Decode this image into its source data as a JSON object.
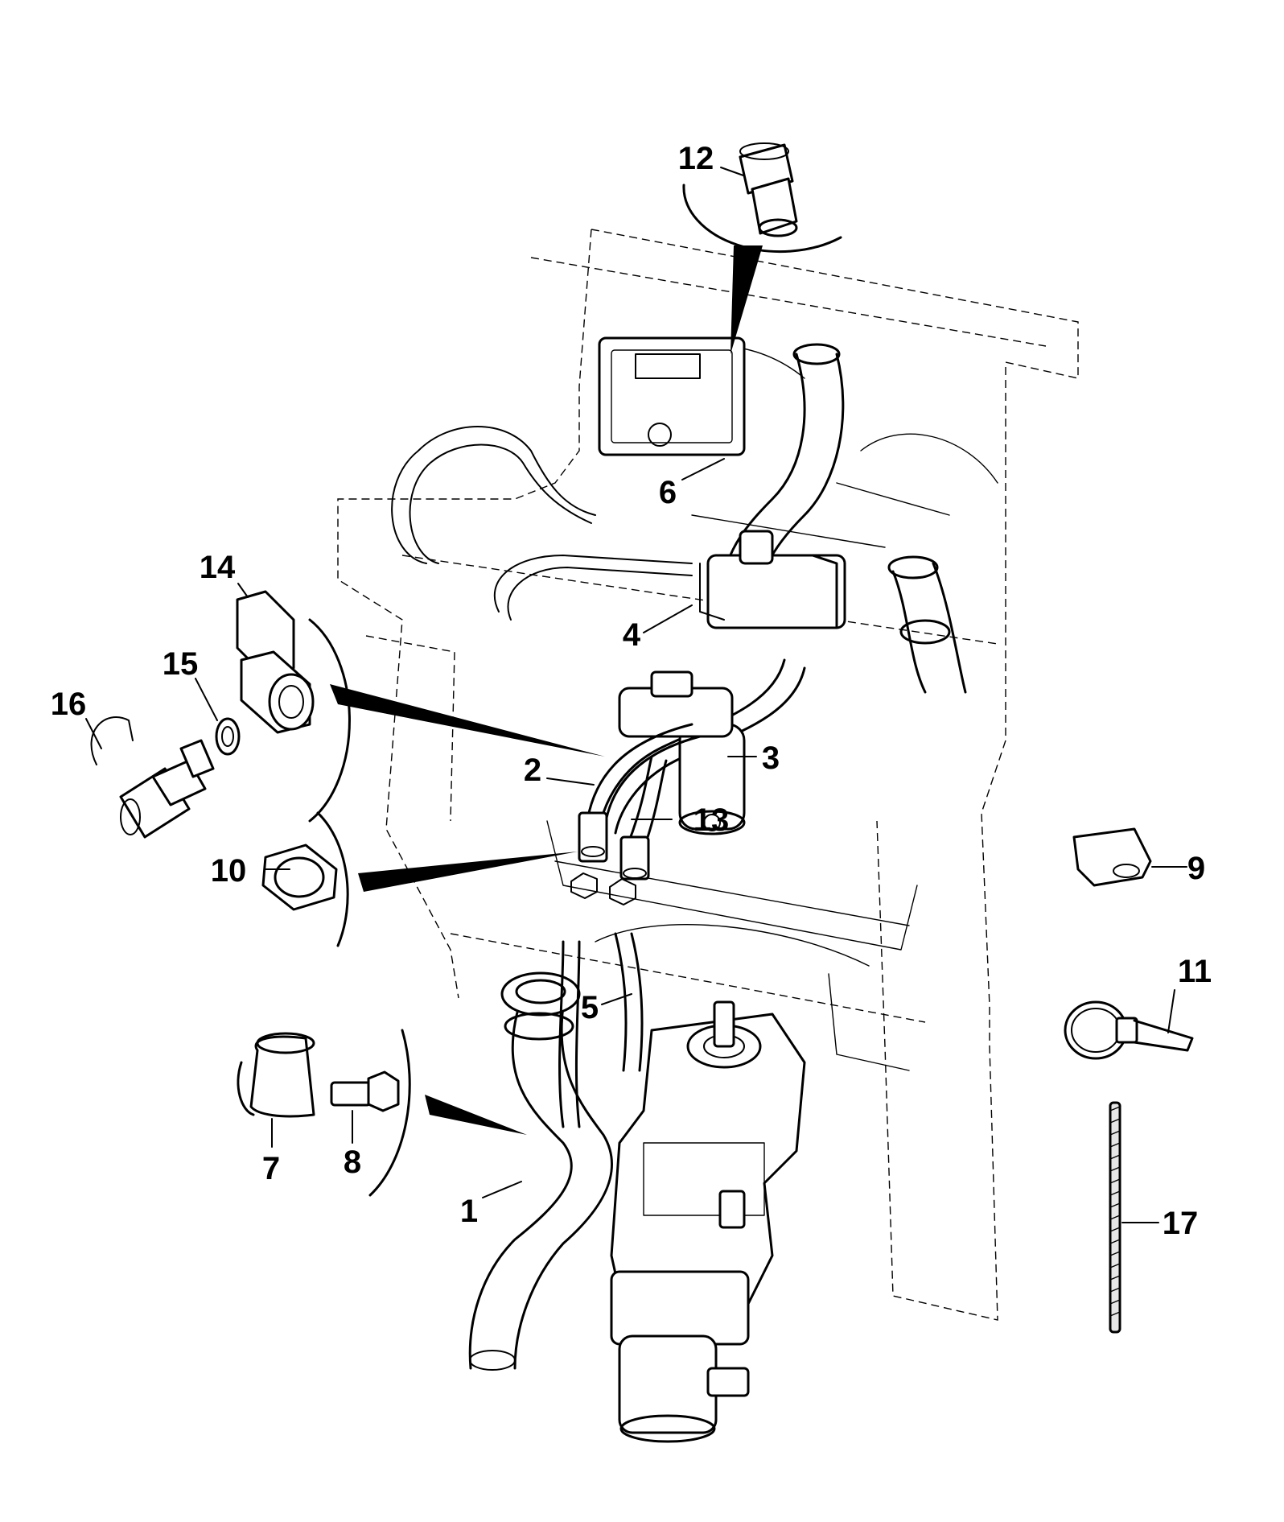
{
  "diagram": {
    "type": "exploded-parts-view",
    "callouts": [
      {
        "id": "1",
        "label": "1"
      },
      {
        "id": "2",
        "label": "2"
      },
      {
        "id": "3",
        "label": "3"
      },
      {
        "id": "4",
        "label": "4"
      },
      {
        "id": "5",
        "label": "5"
      },
      {
        "id": "6",
        "label": "6"
      },
      {
        "id": "7",
        "label": "7"
      },
      {
        "id": "8",
        "label": "8"
      },
      {
        "id": "9",
        "label": "9"
      },
      {
        "id": "10",
        "label": "10"
      },
      {
        "id": "11",
        "label": "11"
      },
      {
        "id": "12",
        "label": "12"
      },
      {
        "id": "13",
        "label": "13"
      },
      {
        "id": "14",
        "label": "14"
      },
      {
        "id": "15",
        "label": "15"
      },
      {
        "id": "16",
        "label": "16"
      },
      {
        "id": "17",
        "label": "17"
      }
    ]
  }
}
